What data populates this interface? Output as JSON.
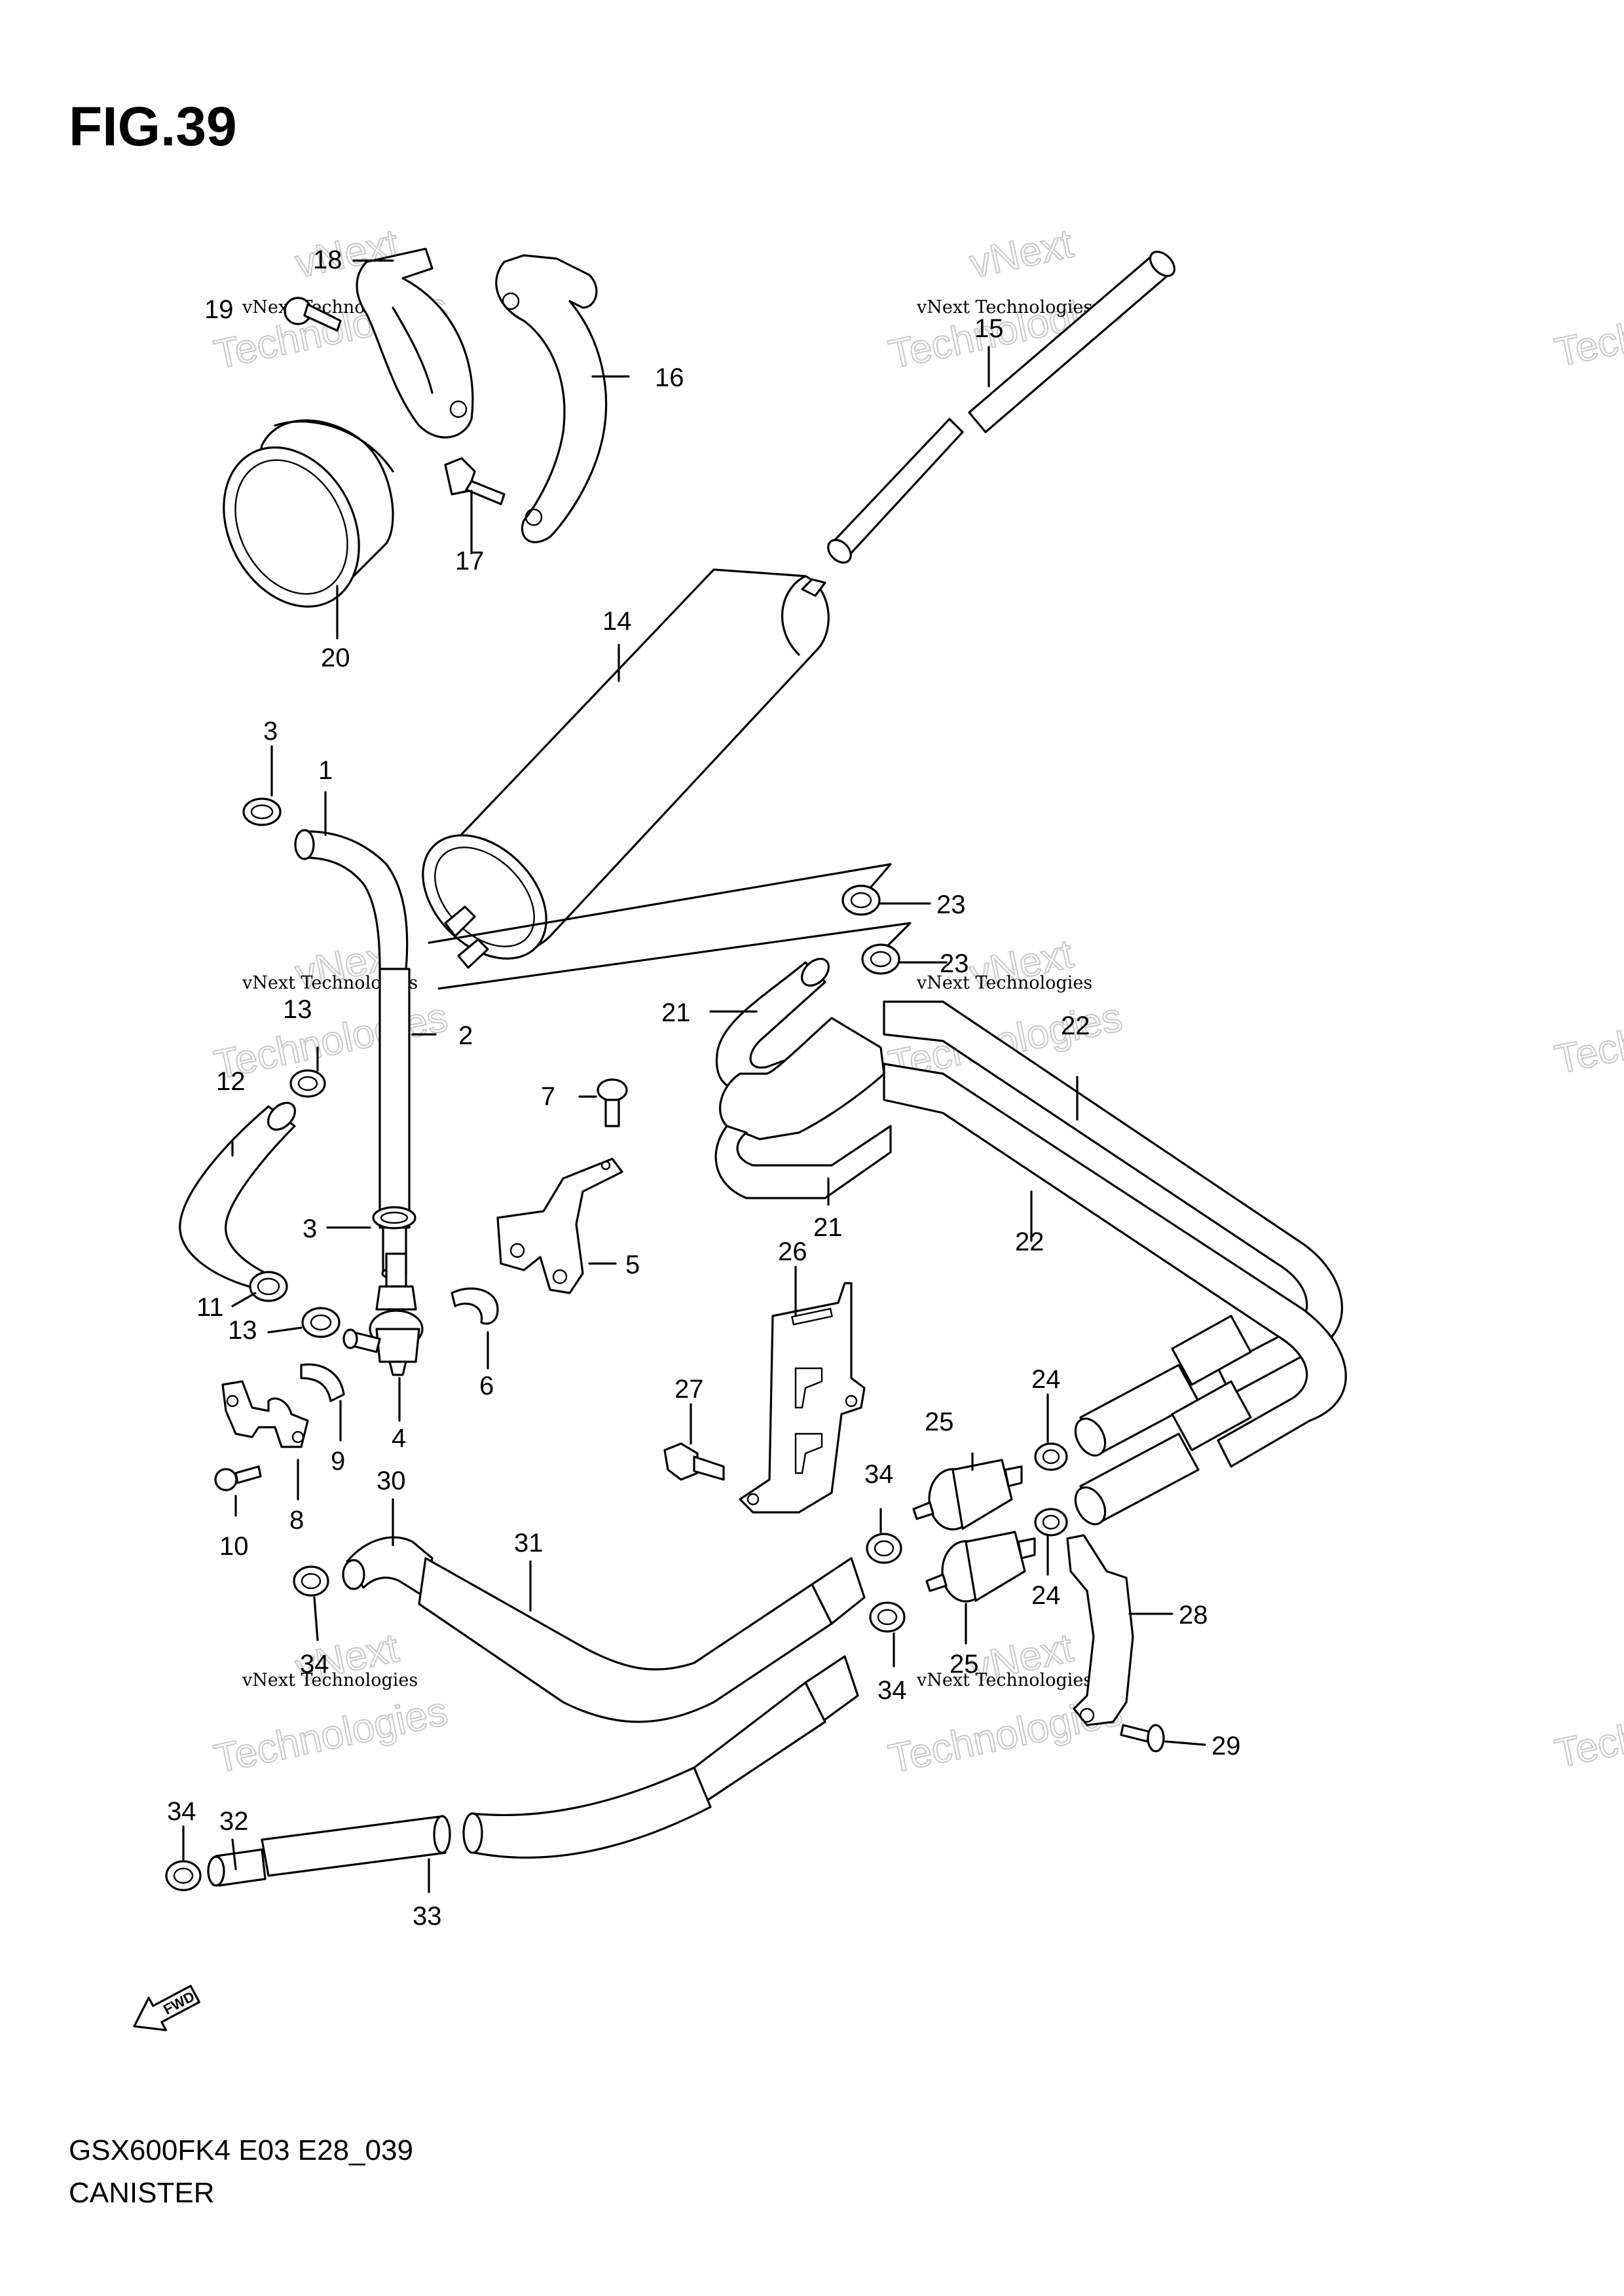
{
  "figure": {
    "title": "FIG.39"
  },
  "footer": {
    "model_code": "GSX600FK4 E03 E28_039",
    "assembly_name": "CANISTER"
  },
  "watermark": {
    "line1": "vNext",
    "line2": "vNext Technologies",
    "line3": "Technologies"
  },
  "fwd_label": "FWD",
  "callouts": [
    {
      "id": "c1",
      "label": "1"
    },
    {
      "id": "c2",
      "label": "2"
    },
    {
      "id": "c3a",
      "label": "3"
    },
    {
      "id": "c3b",
      "label": "3"
    },
    {
      "id": "c4",
      "label": "4"
    },
    {
      "id": "c5",
      "label": "5"
    },
    {
      "id": "c6",
      "label": "6"
    },
    {
      "id": "c7",
      "label": "7"
    },
    {
      "id": "c8",
      "label": "8"
    },
    {
      "id": "c9",
      "label": "9"
    },
    {
      "id": "c10",
      "label": "10"
    },
    {
      "id": "c11",
      "label": "11"
    },
    {
      "id": "c12",
      "label": "12"
    },
    {
      "id": "c13a",
      "label": "13"
    },
    {
      "id": "c13b",
      "label": "13"
    },
    {
      "id": "c14",
      "label": "14"
    },
    {
      "id": "c15",
      "label": "15"
    },
    {
      "id": "c16",
      "label": "16"
    },
    {
      "id": "c17",
      "label": "17"
    },
    {
      "id": "c18",
      "label": "18"
    },
    {
      "id": "c19",
      "label": "19"
    },
    {
      "id": "c20",
      "label": "20"
    },
    {
      "id": "c21a",
      "label": "21"
    },
    {
      "id": "c21b",
      "label": "21"
    },
    {
      "id": "c22a",
      "label": "22"
    },
    {
      "id": "c22b",
      "label": "22"
    },
    {
      "id": "c23a",
      "label": "23"
    },
    {
      "id": "c23b",
      "label": "23"
    },
    {
      "id": "c24a",
      "label": "24"
    },
    {
      "id": "c24b",
      "label": "24"
    },
    {
      "id": "c25a",
      "label": "25"
    },
    {
      "id": "c25b",
      "label": "25"
    },
    {
      "id": "c26",
      "label": "26"
    },
    {
      "id": "c27",
      "label": "27"
    },
    {
      "id": "c28",
      "label": "28"
    },
    {
      "id": "c29",
      "label": "29"
    },
    {
      "id": "c30",
      "label": "30"
    },
    {
      "id": "c31",
      "label": "31"
    },
    {
      "id": "c32",
      "label": "32"
    },
    {
      "id": "c33",
      "label": "33"
    },
    {
      "id": "c34a",
      "label": "34"
    },
    {
      "id": "c34b",
      "label": "34"
    },
    {
      "id": "c34c",
      "label": "34"
    },
    {
      "id": "c34d",
      "label": "34"
    }
  ]
}
